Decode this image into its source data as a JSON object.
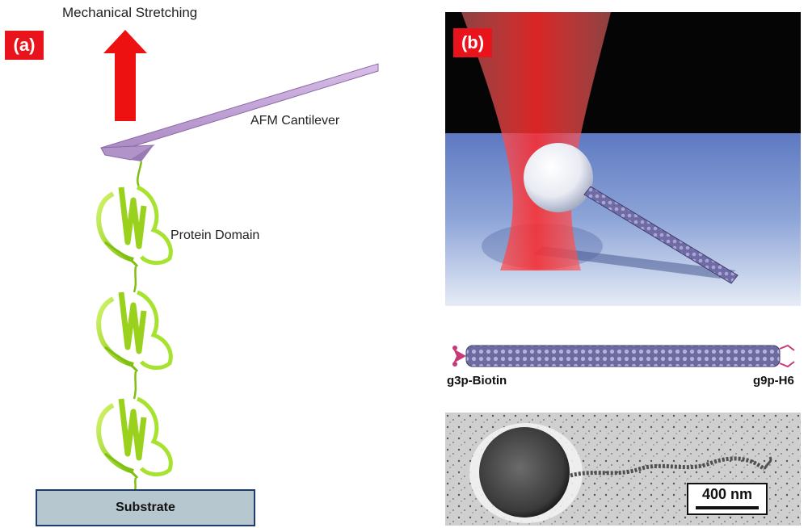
{
  "panel_a": {
    "label": "(a)",
    "arrow_caption": "Mechanical Stretching",
    "cantilever_label": "AFM Cantilever",
    "domain_label": "Protein Domain",
    "substrate_label": "Substrate",
    "colors": {
      "arrow": "#ee1111",
      "cantilever": "#c8a6dc",
      "protein": "#a6e22e",
      "substrate": "#b7c7cf"
    }
  },
  "panel_b": {
    "label": "(b)",
    "phage_left_label": "g3p-Biotin",
    "phage_right_label": "g9p-H6",
    "scale_bar_label": "400 nm",
    "colors": {
      "laser": "#ff3b3b",
      "glass": "#6c86c8",
      "phage": "#7b78b0"
    }
  }
}
